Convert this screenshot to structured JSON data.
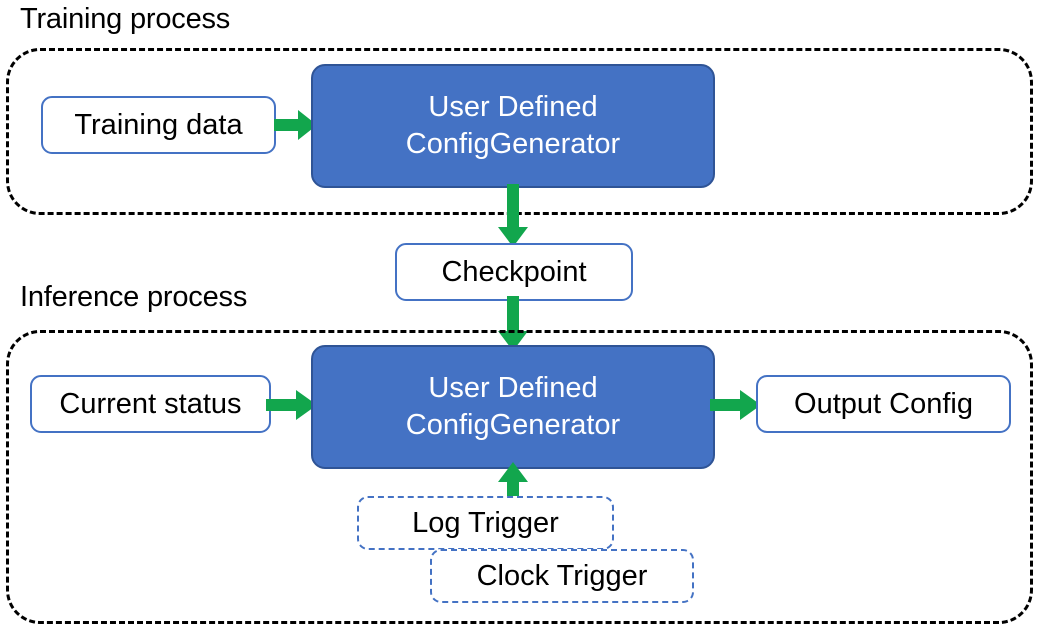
{
  "diagram": {
    "title_training": "Training process",
    "title_inference": "Inference process",
    "colors": {
      "accent_blue": "#4472C4",
      "accent_blue_dark": "#2F5496",
      "arrow_green": "#12A64D",
      "container_border": "#000000",
      "text_on_blue": "#ffffff",
      "text_default": "#000000"
    },
    "training": {
      "label": "Training process",
      "nodes": {
        "training_data": "Training data",
        "generator_line1": "User Defined",
        "generator_line2": "ConfigGenerator"
      }
    },
    "bridge": {
      "checkpoint": "Checkpoint"
    },
    "inference": {
      "label": "Inference process",
      "nodes": {
        "current_status": "Current status",
        "generator_line1": "User Defined",
        "generator_line2": "ConfigGenerator",
        "output_config": "Output Config",
        "log_trigger": "Log Trigger",
        "clock_trigger": "Clock Trigger"
      }
    },
    "edges": [
      {
        "from": "Training data",
        "to": "User Defined ConfigGenerator",
        "direction": "right"
      },
      {
        "from": "User Defined ConfigGenerator",
        "to": "Checkpoint",
        "direction": "down"
      },
      {
        "from": "Checkpoint",
        "to": "User Defined ConfigGenerator",
        "direction": "down"
      },
      {
        "from": "Current status",
        "to": "User Defined ConfigGenerator",
        "direction": "right"
      },
      {
        "from": "User Defined ConfigGenerator",
        "to": "Output Config",
        "direction": "right"
      },
      {
        "from": "Log Trigger",
        "to": "User Defined ConfigGenerator",
        "direction": "up"
      }
    ]
  }
}
